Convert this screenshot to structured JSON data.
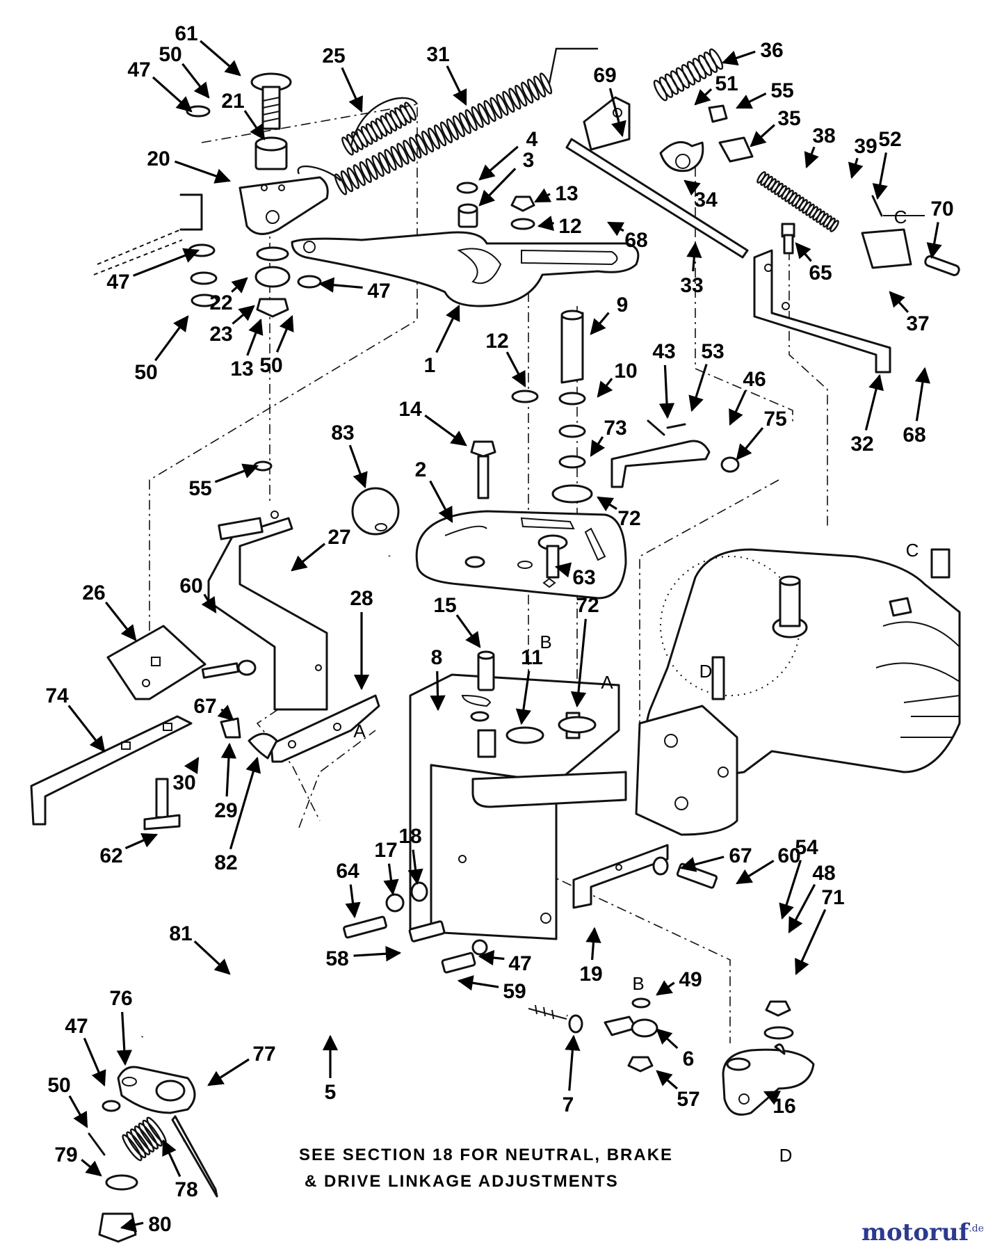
{
  "note": {
    "line1": "SEE SECTION 18 FOR NEUTRAL, BRAKE",
    "line2": "& DRIVE LINKAGE ADJUSTMENTS"
  },
  "watermark": {
    "name": "motoruf",
    "suffix": ".de",
    "color": "#2b3a8f"
  },
  "callouts": [
    {
      "label": "61",
      "ref": "61"
    },
    {
      "label": "50",
      "ref": "50a"
    },
    {
      "label": "47",
      "ref": "47a"
    },
    {
      "label": "21",
      "ref": "21"
    },
    {
      "label": "25",
      "ref": "25"
    },
    {
      "label": "31",
      "ref": "31"
    },
    {
      "label": "36",
      "ref": "36"
    },
    {
      "label": "69",
      "ref": "69"
    },
    {
      "label": "51",
      "ref": "51"
    },
    {
      "label": "55",
      "ref": "55a"
    },
    {
      "label": "35",
      "ref": "35"
    },
    {
      "label": "38",
      "ref": "38"
    },
    {
      "label": "39",
      "ref": "39"
    },
    {
      "label": "52",
      "ref": "52"
    },
    {
      "label": "70",
      "ref": "70"
    },
    {
      "label": "20",
      "ref": "20"
    },
    {
      "label": "4",
      "ref": "4"
    },
    {
      "label": "3",
      "ref": "3"
    },
    {
      "label": "13",
      "ref": "13a"
    },
    {
      "label": "12",
      "ref": "12a"
    },
    {
      "label": "34",
      "ref": "34"
    },
    {
      "label": "68",
      "ref": "68a"
    },
    {
      "label": "65",
      "ref": "65"
    },
    {
      "label": "37",
      "ref": "37"
    },
    {
      "label": "47",
      "ref": "47b"
    },
    {
      "label": "22",
      "ref": "22"
    },
    {
      "label": "47",
      "ref": "47c"
    },
    {
      "label": "23",
      "ref": "23"
    },
    {
      "label": "33",
      "ref": "33"
    },
    {
      "label": "9",
      "ref": "9"
    },
    {
      "label": "50",
      "ref": "50b"
    },
    {
      "label": "13",
      "ref": "13b"
    },
    {
      "label": "50",
      "ref": "50c"
    },
    {
      "label": "1",
      "ref": "1"
    },
    {
      "label": "12",
      "ref": "12b"
    },
    {
      "label": "10",
      "ref": "10"
    },
    {
      "label": "43",
      "ref": "43"
    },
    {
      "label": "53",
      "ref": "53"
    },
    {
      "label": "46",
      "ref": "46"
    },
    {
      "label": "75",
      "ref": "75"
    },
    {
      "label": "32",
      "ref": "32"
    },
    {
      "label": "68",
      "ref": "68b"
    },
    {
      "label": "14",
      "ref": "14"
    },
    {
      "label": "73",
      "ref": "73"
    },
    {
      "label": "83",
      "ref": "83"
    },
    {
      "label": "55",
      "ref": "55b"
    },
    {
      "label": "2",
      "ref": "2"
    },
    {
      "label": "72",
      "ref": "72a"
    },
    {
      "label": "27",
      "ref": "27"
    },
    {
      "label": "63",
      "ref": "63"
    },
    {
      "label": "26",
      "ref": "26"
    },
    {
      "label": "60",
      "ref": "60a"
    },
    {
      "label": "28",
      "ref": "28"
    },
    {
      "label": "15",
      "ref": "15"
    },
    {
      "label": "72",
      "ref": "72b"
    },
    {
      "label": "74",
      "ref": "74"
    },
    {
      "label": "67",
      "ref": "67a"
    },
    {
      "label": "8",
      "ref": "8"
    },
    {
      "label": "11",
      "ref": "11"
    },
    {
      "label": "30",
      "ref": "30"
    },
    {
      "label": "29",
      "ref": "29"
    },
    {
      "label": "62",
      "ref": "62"
    },
    {
      "label": "82",
      "ref": "82"
    },
    {
      "label": "64",
      "ref": "64"
    },
    {
      "label": "17",
      "ref": "17"
    },
    {
      "label": "18",
      "ref": "18"
    },
    {
      "label": "67",
      "ref": "67b"
    },
    {
      "label": "60",
      "ref": "60b"
    },
    {
      "label": "54",
      "ref": "54"
    },
    {
      "label": "48",
      "ref": "48"
    },
    {
      "label": "71",
      "ref": "71"
    },
    {
      "label": "81",
      "ref": "81"
    },
    {
      "label": "58",
      "ref": "58"
    },
    {
      "label": "47",
      "ref": "47d"
    },
    {
      "label": "19",
      "ref": "19"
    },
    {
      "label": "59",
      "ref": "59"
    },
    {
      "label": "49",
      "ref": "49"
    },
    {
      "label": "76",
      "ref": "76"
    },
    {
      "label": "47",
      "ref": "47e"
    },
    {
      "label": "50",
      "ref": "50d"
    },
    {
      "label": "5",
      "ref": "5"
    },
    {
      "label": "7",
      "ref": "7"
    },
    {
      "label": "6",
      "ref": "6"
    },
    {
      "label": "57",
      "ref": "57"
    },
    {
      "label": "16",
      "ref": "16"
    },
    {
      "label": "77",
      "ref": "77"
    },
    {
      "label": "79",
      "ref": "79"
    },
    {
      "label": "78",
      "ref": "78"
    },
    {
      "label": "80",
      "ref": "80"
    }
  ],
  "letters": [
    {
      "label": "C",
      "ref": "c1"
    },
    {
      "label": "C",
      "ref": "c2"
    },
    {
      "label": "D",
      "ref": "d1"
    },
    {
      "label": "B",
      "ref": "b1"
    },
    {
      "label": "A",
      "ref": "a1"
    },
    {
      "label": "A",
      "ref": "a2"
    },
    {
      "label": "B",
      "ref": "b2"
    },
    {
      "label": "D",
      "ref": "d2"
    }
  ]
}
